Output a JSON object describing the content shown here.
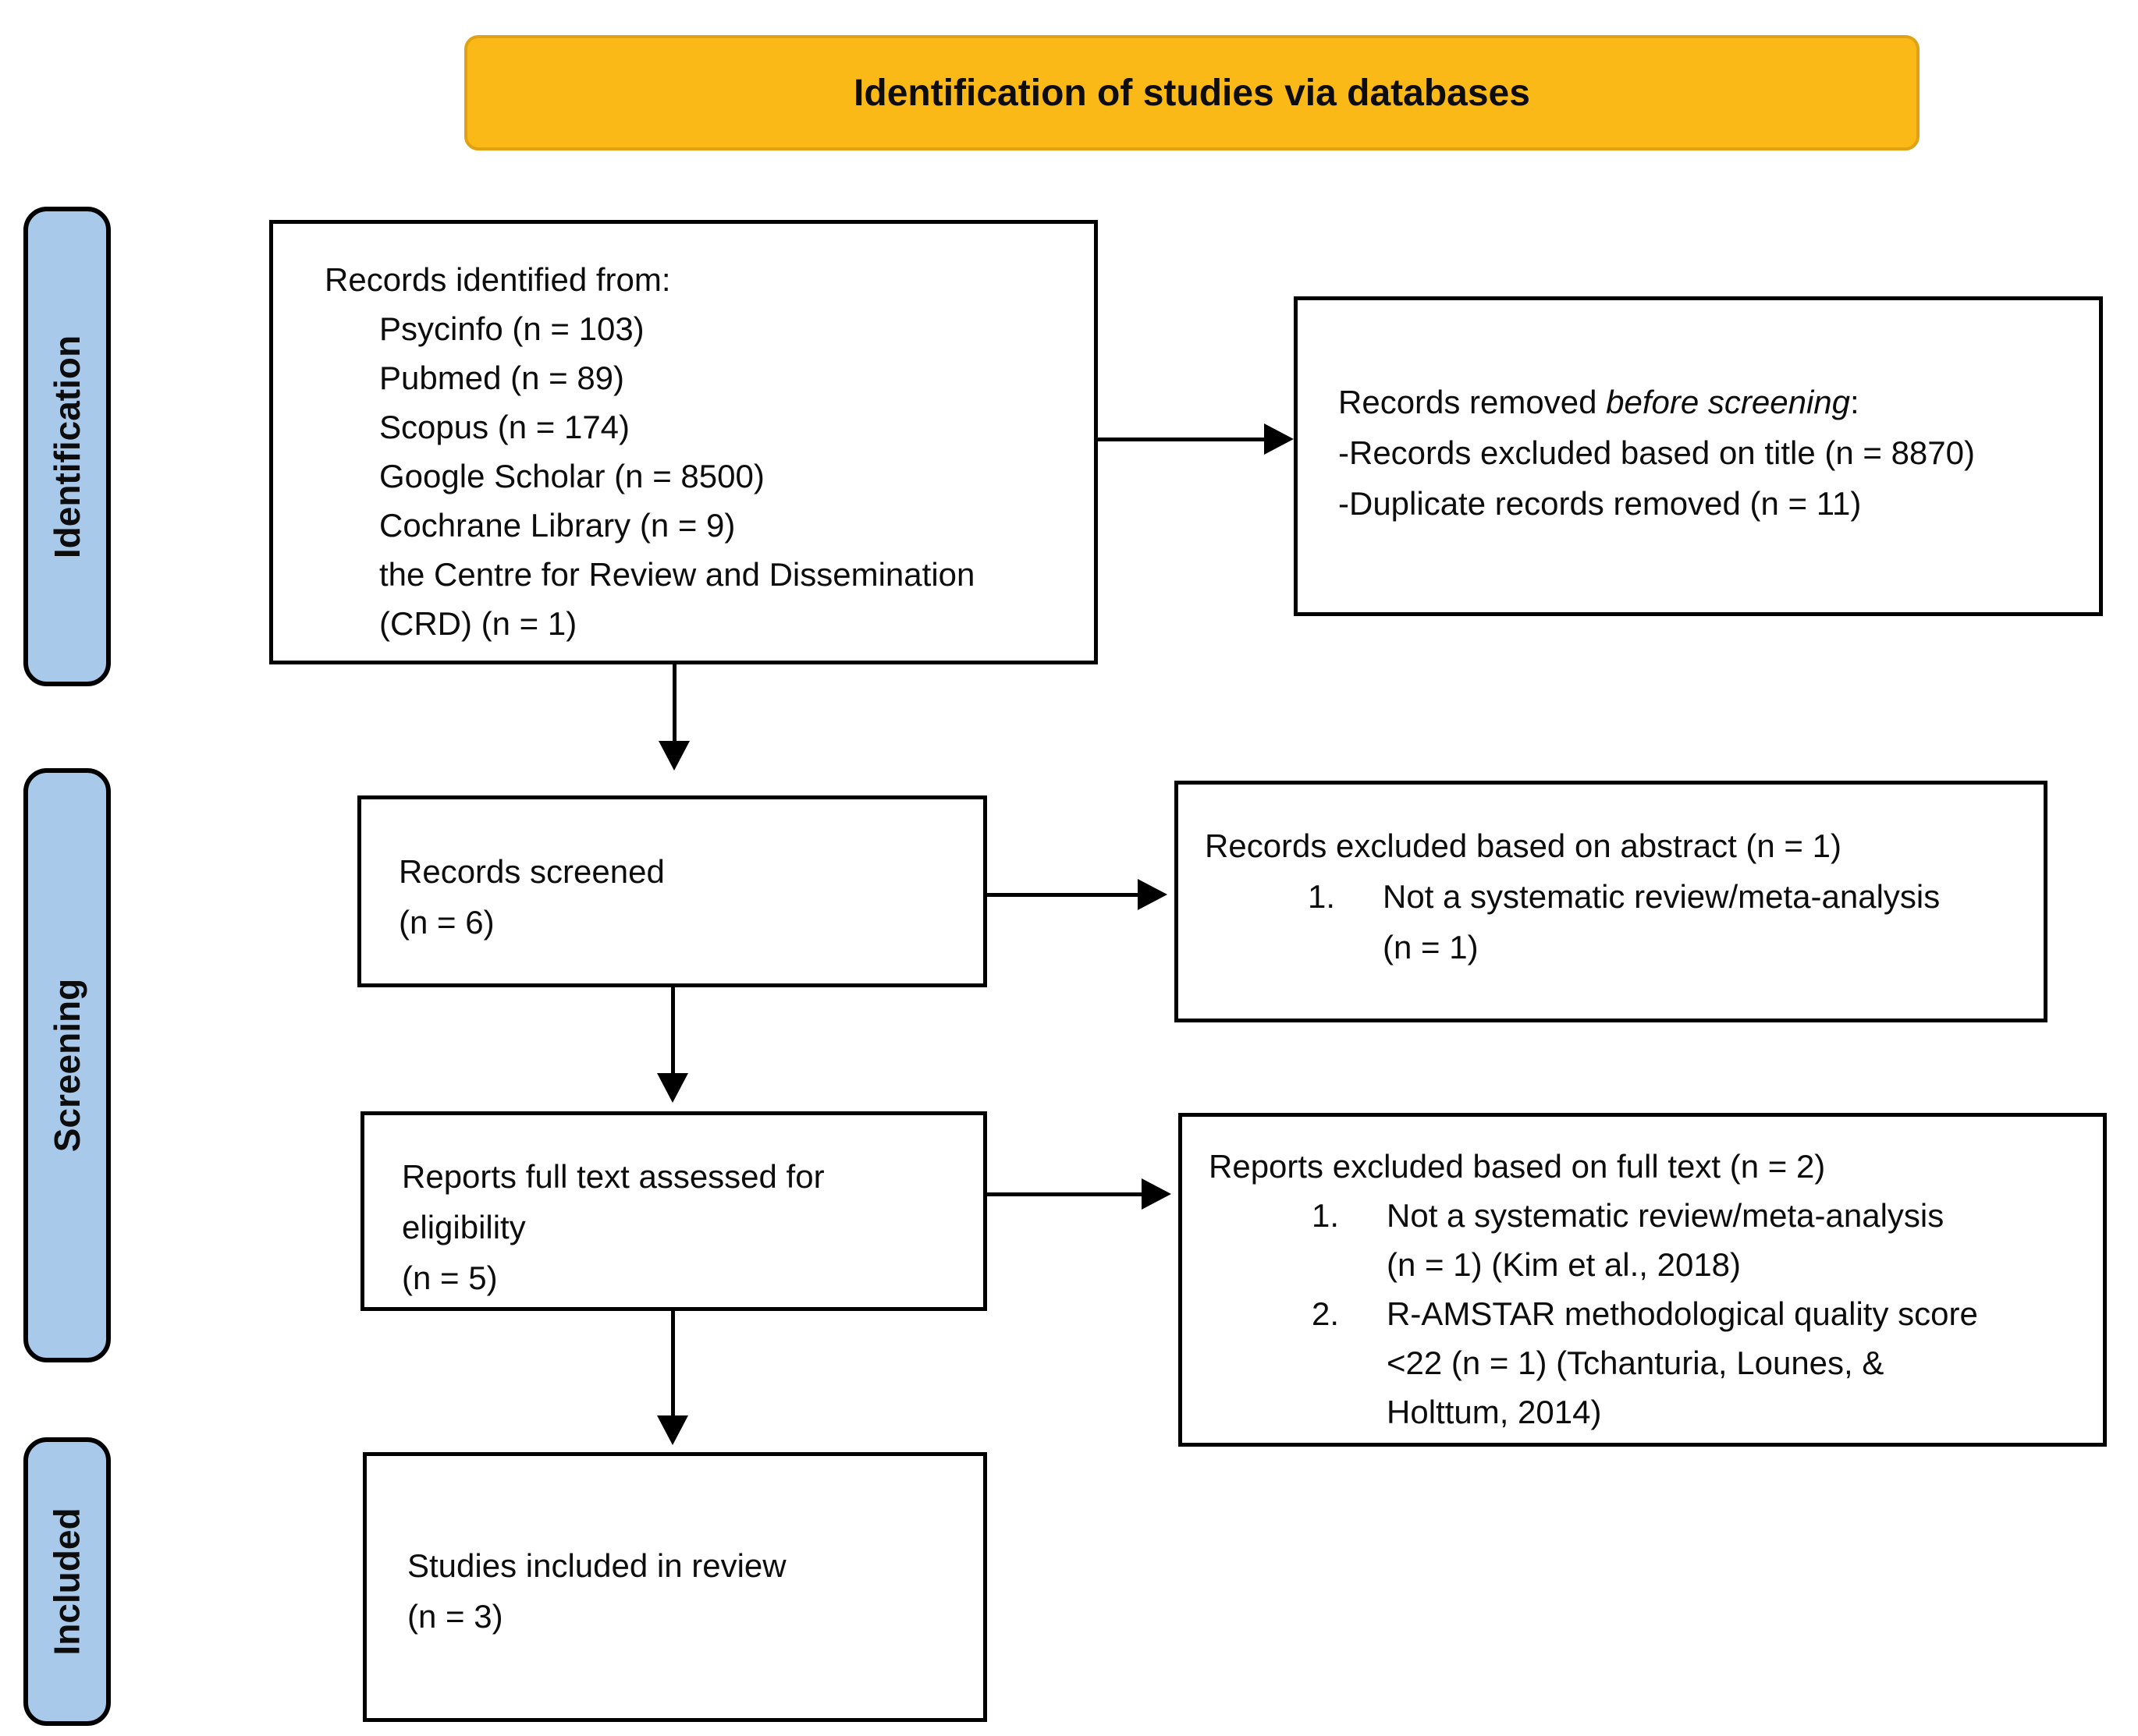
{
  "banner": {
    "label": "Identification of studies via databases"
  },
  "rails": {
    "items": [
      {
        "label": "Identification"
      },
      {
        "label": "Screening"
      },
      {
        "label": "Included"
      }
    ]
  },
  "boxes": {
    "identified": {
      "title": "Records identified from:",
      "sources": [
        "Psycinfo (n = 103)",
        "Pubmed (n = 89)",
        "Scopus (n = 174)",
        "Google Scholar (n = 8500)",
        "Cochrane Library (n = 9)",
        "the Centre for Review and Dissemination",
        "(CRD) (n = 1)"
      ]
    },
    "removed": {
      "title_prefix": "Records removed ",
      "title_italic": "before screening",
      "title_suffix": ":",
      "lines": [
        "-Records excluded based on title (n = 8870)",
        "-Duplicate records removed (n = 11)"
      ]
    },
    "screened": {
      "lines": [
        "Records screened",
        "(n = 6)"
      ]
    },
    "excluded_abstract": {
      "title": "Records excluded based on abstract (n = 1)",
      "items": [
        {
          "marker": "1.",
          "lines": [
            "Not a systematic review/meta-analysis",
            "(n = 1)"
          ]
        }
      ]
    },
    "fulltext": {
      "lines": [
        "Reports full text assessed for",
        "eligibility",
        "(n = 5)"
      ]
    },
    "excluded_fulltext": {
      "title": "Reports excluded based on full text (n = 2)",
      "items": [
        {
          "marker": "1.",
          "lines": [
            "Not a systematic review/meta-analysis",
            "(n = 1) (Kim et al., 2018)"
          ]
        },
        {
          "marker": "2.",
          "lines": [
            "R-AMSTAR methodological quality score",
            "<22 (n = 1) (Tchanturia, Lounes, &",
            "Holttum, 2014)"
          ]
        }
      ]
    },
    "included": {
      "lines": [
        "Studies included in review",
        "(n = 3)"
      ]
    }
  },
  "colors": {
    "banner_fill": "#FBB917",
    "banner_border": "#DFA215",
    "rail_fill": "#A9C9EA",
    "box_border": "#000000",
    "arrow": "#000000",
    "text": "#0d0d0d"
  }
}
